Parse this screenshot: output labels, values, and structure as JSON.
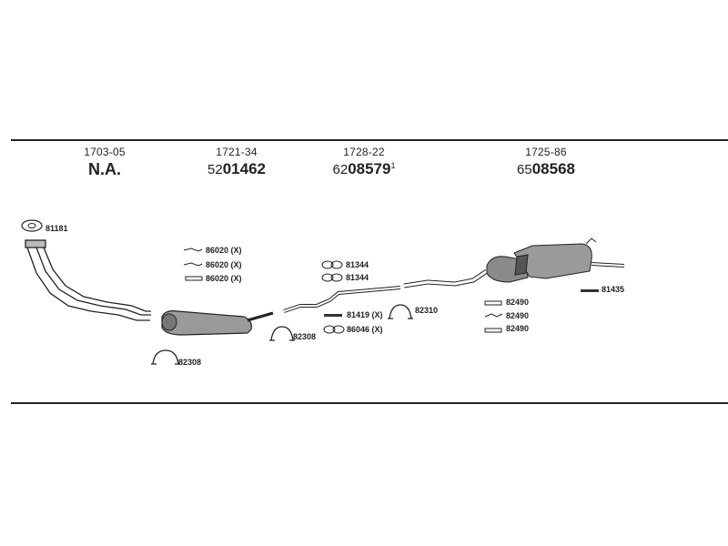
{
  "columns": [
    {
      "part": "1703-05",
      "code_prefix": "",
      "code_main": "N.A.",
      "code_sup": ""
    },
    {
      "part": "1721-34",
      "code_prefix": "52",
      "code_main": "01462",
      "code_sup": ""
    },
    {
      "part": "1728-22",
      "code_prefix": "62",
      "code_main": "08579",
      "code_sup": "1"
    },
    {
      "part": "1725-86",
      "code_prefix": "65",
      "code_main": "08568",
      "code_sup": ""
    }
  ],
  "labels": {
    "l81181": "81181",
    "l86020a": "86020 (X)",
    "l86020b": "86020 (X)",
    "l86020c": "86020 (X)",
    "l82308a": "82308",
    "l82308b": "82308",
    "l81344a": "81344",
    "l81344b": "81344",
    "l81419": "81419 (X)",
    "l86046": "86046 (X)",
    "l82310": "82310",
    "l82490a": "82490",
    "l82490b": "82490",
    "l82490c": "82490",
    "l81435": "81435"
  },
  "colors": {
    "line": "#222222",
    "part_fill": "#9a9a9a",
    "part_dark": "#555555"
  }
}
